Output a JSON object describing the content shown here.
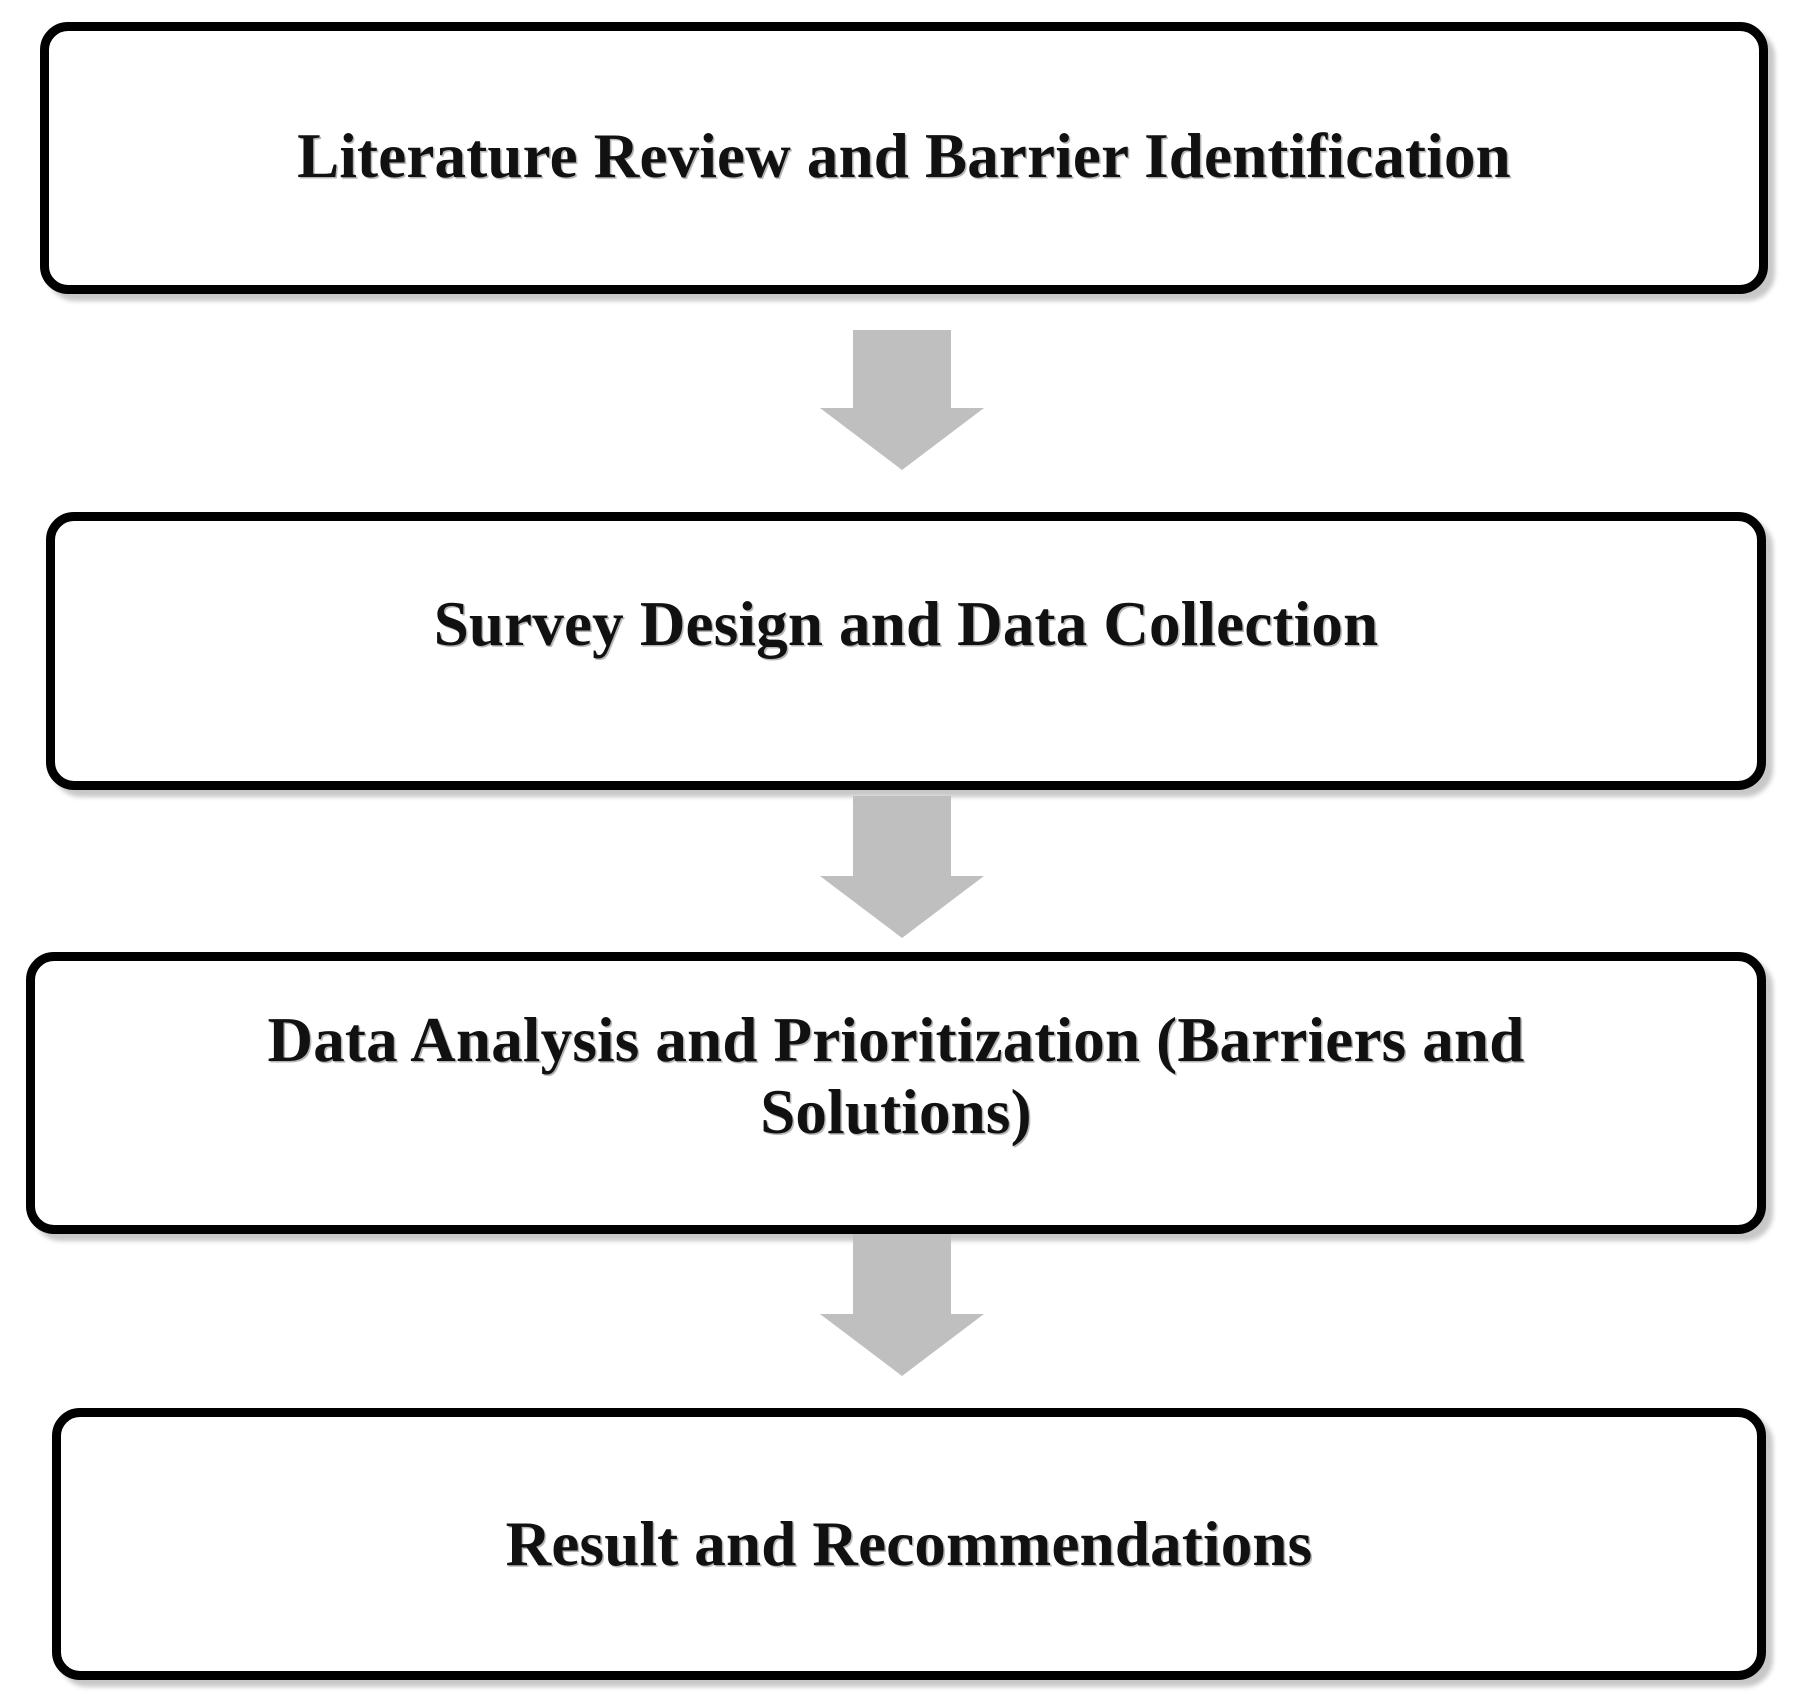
{
  "diagram": {
    "type": "flowchart",
    "orientation": "vertical-top-to-bottom",
    "background_color": "#FFFFFF",
    "node_border_color": "#000000",
    "node_fill_color": "#FFFFFF",
    "arrow_color": "#BFBFBF",
    "text_color": "#111111",
    "nodes": [
      {
        "id": "node-0",
        "label": "Literature Review and Barrier Identification",
        "step": 1,
        "shape": "rounded-rectangle"
      },
      {
        "id": "node-1",
        "label": "Survey Design and Data Collection",
        "step": 2,
        "shape": "rounded-rectangle"
      },
      {
        "id": "node-2",
        "label": "Data Analysis and Prioritization (Barriers and\nSolutions)",
        "step": 3,
        "shape": "rounded-rectangle"
      },
      {
        "id": "node-3",
        "label": "Result and Recommendations",
        "step": 4,
        "shape": "rounded-rectangle"
      }
    ],
    "connectors": [
      {
        "id": "conn-0",
        "from": "node-0",
        "to": "node-1",
        "kind": "down-arrow"
      },
      {
        "id": "conn-1",
        "from": "node-1",
        "to": "node-2",
        "kind": "down-arrow"
      },
      {
        "id": "conn-2",
        "from": "node-2",
        "to": "node-3",
        "kind": "down-arrow"
      }
    ]
  }
}
